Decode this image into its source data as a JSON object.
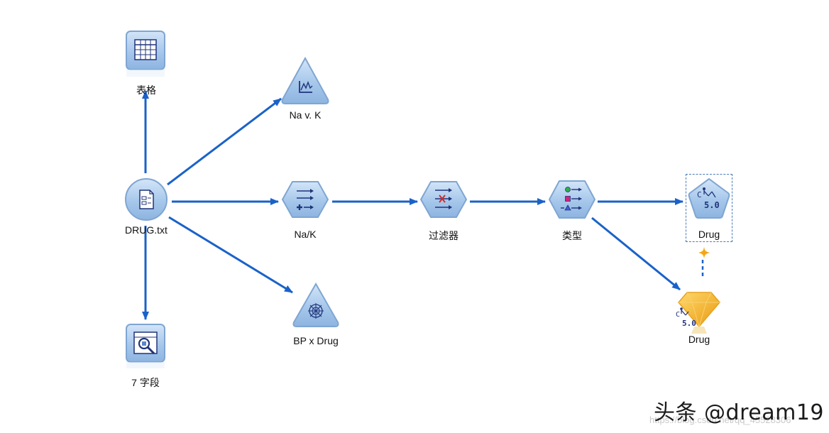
{
  "diagram": {
    "nodes": {
      "table": {
        "label": "表格",
        "icon": "table-icon"
      },
      "navk": {
        "label": "Na v. K",
        "icon": "plot-icon"
      },
      "source": {
        "label": "DRUG.txt",
        "icon": "file-source-icon"
      },
      "derive": {
        "label": "Na/K",
        "icon": "derive-icon"
      },
      "filter": {
        "label": "过滤器",
        "icon": "filter-icon"
      },
      "type": {
        "label": "类型",
        "icon": "type-icon"
      },
      "model": {
        "label": "Drug",
        "icon": "c50-modeler-icon"
      },
      "nugget": {
        "label": "Drug",
        "icon": "c50-nugget-icon"
      },
      "bpdrug": {
        "label": "BP x Drug",
        "icon": "web-graph-icon"
      },
      "fields": {
        "label": "7 字段",
        "icon": "data-audit-icon"
      }
    },
    "colors": {
      "arrow": "#1a62c9",
      "node_fill": "#a9c9ec",
      "node_border": "#7fa6d2",
      "nugget_fill": "#f5b82e",
      "selection": "#4a7bb7"
    }
  },
  "watermark": {
    "brand": "头条 @dream19",
    "url": "https://blog.csdn.net/qq_45528306"
  }
}
